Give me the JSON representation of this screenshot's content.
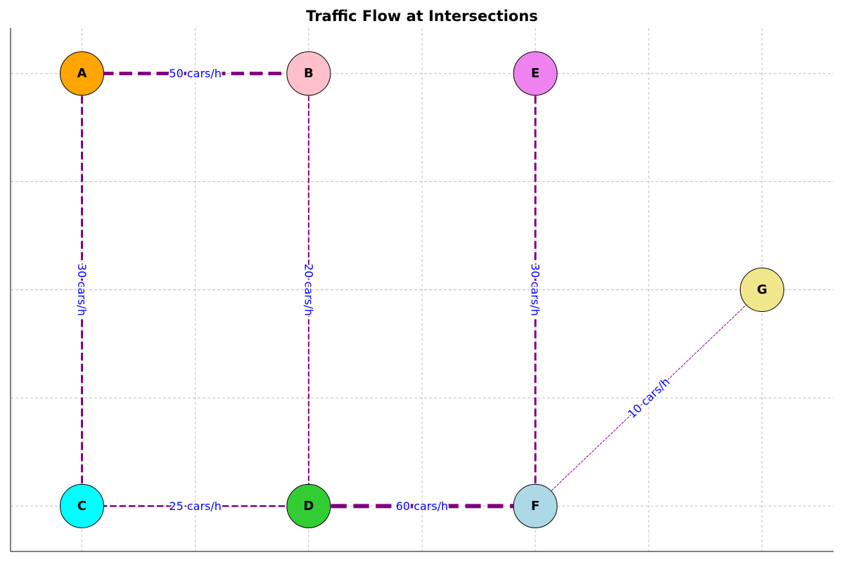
{
  "title": "Traffic Flow at Intersections",
  "colors": {
    "edge": "#800080",
    "edge_label": "#0000ff",
    "grid": "#bbbbbb",
    "node_border": "#000000",
    "node_text": "#000000"
  },
  "nodes": [
    {
      "id": "A",
      "label": "A",
      "color": "#ffa500",
      "x": 1,
      "y": 5
    },
    {
      "id": "B",
      "label": "B",
      "color": "#ffc0cb",
      "x": 3,
      "y": 5
    },
    {
      "id": "E",
      "label": "E",
      "color": "#ee82ee",
      "x": 5,
      "y": 5
    },
    {
      "id": "G",
      "label": "G",
      "color": "#f0e68c",
      "x": 7,
      "y": 3
    },
    {
      "id": "C",
      "label": "C",
      "color": "#00ffff",
      "x": 1,
      "y": 1
    },
    {
      "id": "D",
      "label": "D",
      "color": "#32cd32",
      "x": 3,
      "y": 1
    },
    {
      "id": "F",
      "label": "F",
      "color": "#add8e6",
      "x": 5,
      "y": 1
    }
  ],
  "edges": [
    {
      "from": "A",
      "to": "B",
      "label": "50 cars/h",
      "flow": 50
    },
    {
      "from": "A",
      "to": "C",
      "label": "30 cars/h",
      "flow": 30
    },
    {
      "from": "B",
      "to": "D",
      "label": "20 cars/h",
      "flow": 20
    },
    {
      "from": "C",
      "to": "D",
      "label": "25 cars/h",
      "flow": 25
    },
    {
      "from": "D",
      "to": "F",
      "label": "60 cars/h",
      "flow": 60
    },
    {
      "from": "E",
      "to": "F",
      "label": "30 cars/h",
      "flow": 30
    },
    {
      "from": "F",
      "to": "G",
      "label": "10 cars/h",
      "flow": 10
    }
  ],
  "axes": {
    "xlim": [
      0.37,
      7.63
    ],
    "ylim": [
      0.58,
      5.42
    ],
    "x_gridlines": [
      1,
      2,
      3,
      4,
      5,
      6,
      7
    ],
    "y_gridlines": [
      1,
      2,
      3,
      4,
      5
    ],
    "grid": true,
    "ticks_visible": false
  }
}
